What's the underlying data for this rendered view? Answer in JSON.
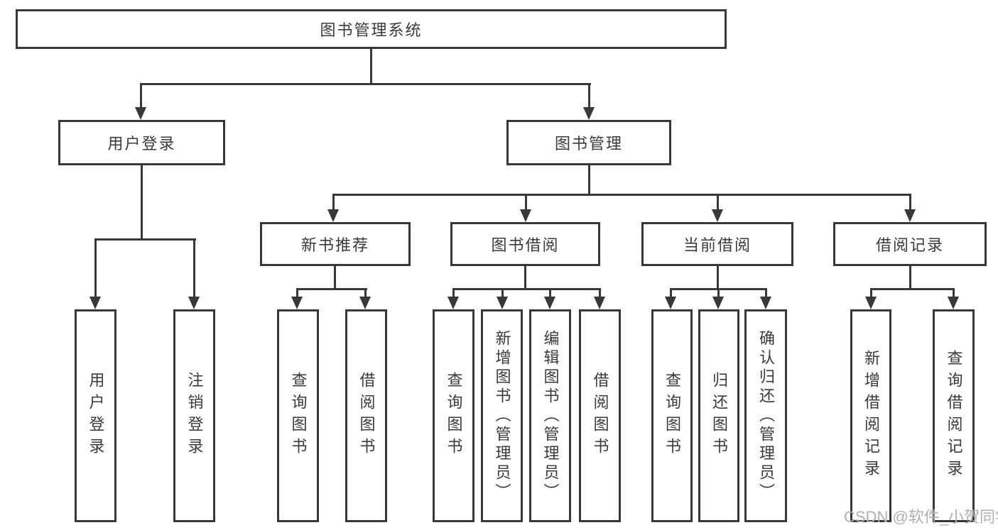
{
  "colors": {
    "line": "#383838",
    "text": "#3a3a3a",
    "background": "#ffffff",
    "watermark": "#b0b0b0"
  },
  "watermark": "CSDN @软件_小贺同学",
  "tree": {
    "root": {
      "label": "图书管理系统"
    },
    "children": [
      {
        "label": "用户登录",
        "children": [
          {
            "label": "用户登录"
          },
          {
            "label": "注销登录"
          }
        ]
      },
      {
        "label": "图书管理",
        "children": [
          {
            "label": "新书推荐",
            "children": [
              {
                "label": "查询图书"
              },
              {
                "label": "借阅图书"
              }
            ]
          },
          {
            "label": "图书借阅",
            "children": [
              {
                "label": "查询图书"
              },
              {
                "label": "新增图书（管理员）"
              },
              {
                "label": "编辑图书（管理员）"
              },
              {
                "label": "借阅图书"
              }
            ]
          },
          {
            "label": "当前借阅",
            "children": [
              {
                "label": "查询图书"
              },
              {
                "label": "归还图书"
              },
              {
                "label": "确认归还（管理员）"
              }
            ]
          },
          {
            "label": "借阅记录",
            "children": [
              {
                "label": "新增借阅记录"
              },
              {
                "label": "查询借阅记录"
              }
            ]
          }
        ]
      }
    ]
  }
}
